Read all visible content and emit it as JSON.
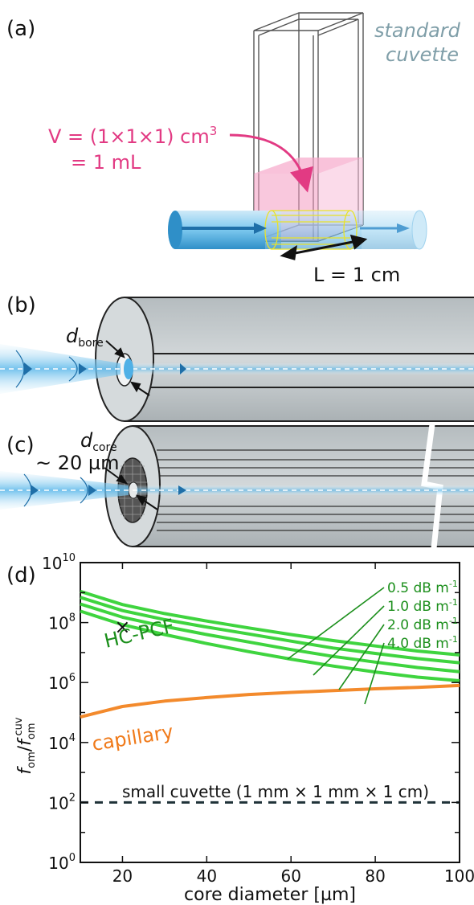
{
  "panels": {
    "a": {
      "label": "(a)",
      "cuvette_caption": [
        "standard",
        "cuvette"
      ],
      "volume_lines": [
        "V = (1×1×1) cm",
        "= 1 mL"
      ],
      "volume_sup": "3",
      "length_label": "L = 1 cm"
    },
    "b": {
      "label": "(b)",
      "bore_label_main": "d",
      "bore_label_sub": "bore"
    },
    "c": {
      "label": "(c)",
      "core_label_main": "d",
      "core_label_sub": "core",
      "size_label": "~ 20 µm"
    },
    "d": {
      "label": "(d)"
    }
  },
  "colors": {
    "green": "#3fd43f",
    "orange": "#f38a2c",
    "pink": "#e23a83",
    "fiber_gray": "#c5cbcd",
    "beam_blue": "#7cc8ef"
  },
  "chart_data": {
    "type": "line",
    "ylabel_main": "f",
    "ylabel_sub": "om",
    "ylabel_den_main": "f",
    "ylabel_den_sub": "om",
    "ylabel_den_sup": "cuv",
    "xlabel": "core diameter [µm]",
    "xlim": [
      10,
      100
    ],
    "ylim_log10": [
      0,
      10
    ],
    "y_scale": "log",
    "x_ticks": [
      "20",
      "40",
      "60",
      "80",
      "100"
    ],
    "x_tick_values": [
      20,
      40,
      60,
      80,
      100
    ],
    "y_ticks_base": "10",
    "y_tick_exponents": [
      "0",
      "2",
      "4",
      "6",
      "8",
      "10"
    ],
    "grid": false,
    "series_labels": {
      "hcpcf": "HC-PCF",
      "capillary": "capillary",
      "small_cuvette": "small cuvette (1 mm × 1 mm × 1 cm)"
    },
    "hcpcf_legend": [
      "0.5 dB m",
      "1.0 dB m",
      "2.0 dB m",
      "4.0 dB m"
    ],
    "hcpcf_legend_sup": "-1",
    "series": [
      {
        "name": "0.5 dB m-1",
        "x": [
          10,
          20,
          30,
          40,
          50,
          60,
          70,
          80,
          90,
          100
        ],
        "log10_y": [
          9.04,
          8.6,
          8.3,
          8.05,
          7.82,
          7.6,
          7.4,
          7.22,
          7.05,
          6.92
        ]
      },
      {
        "name": "1.0 dB m-1",
        "x": [
          10,
          20,
          30,
          40,
          50,
          60,
          70,
          80,
          90,
          100
        ],
        "log10_y": [
          8.84,
          8.4,
          8.1,
          7.85,
          7.62,
          7.38,
          7.15,
          6.97,
          6.8,
          6.66
        ]
      },
      {
        "name": "2.0 dB m-1",
        "x": [
          10,
          20,
          30,
          40,
          50,
          60,
          70,
          80,
          90,
          100
        ],
        "log10_y": [
          8.62,
          8.18,
          7.87,
          7.6,
          7.35,
          7.1,
          6.87,
          6.68,
          6.5,
          6.36
        ]
      },
      {
        "name": "4.0 dB m-1",
        "x": [
          10,
          20,
          30,
          40,
          50,
          60,
          70,
          80,
          90,
          100
        ],
        "log10_y": [
          8.38,
          7.93,
          7.6,
          7.3,
          7.03,
          6.78,
          6.55,
          6.35,
          6.18,
          6.06
        ]
      },
      {
        "name": "capillary",
        "x": [
          10,
          20,
          30,
          40,
          50,
          60,
          70,
          80,
          90,
          100
        ],
        "log10_y": [
          4.85,
          5.2,
          5.38,
          5.5,
          5.6,
          5.67,
          5.73,
          5.79,
          5.84,
          5.9
        ]
      },
      {
        "name": "small cuvette (1 mm × 1 mm × 1 cm)",
        "x": [
          10,
          100
        ],
        "log10_y": [
          2,
          2
        ]
      }
    ],
    "marker": {
      "symbol": "×",
      "x": 20,
      "log10_y": 7.85
    }
  }
}
